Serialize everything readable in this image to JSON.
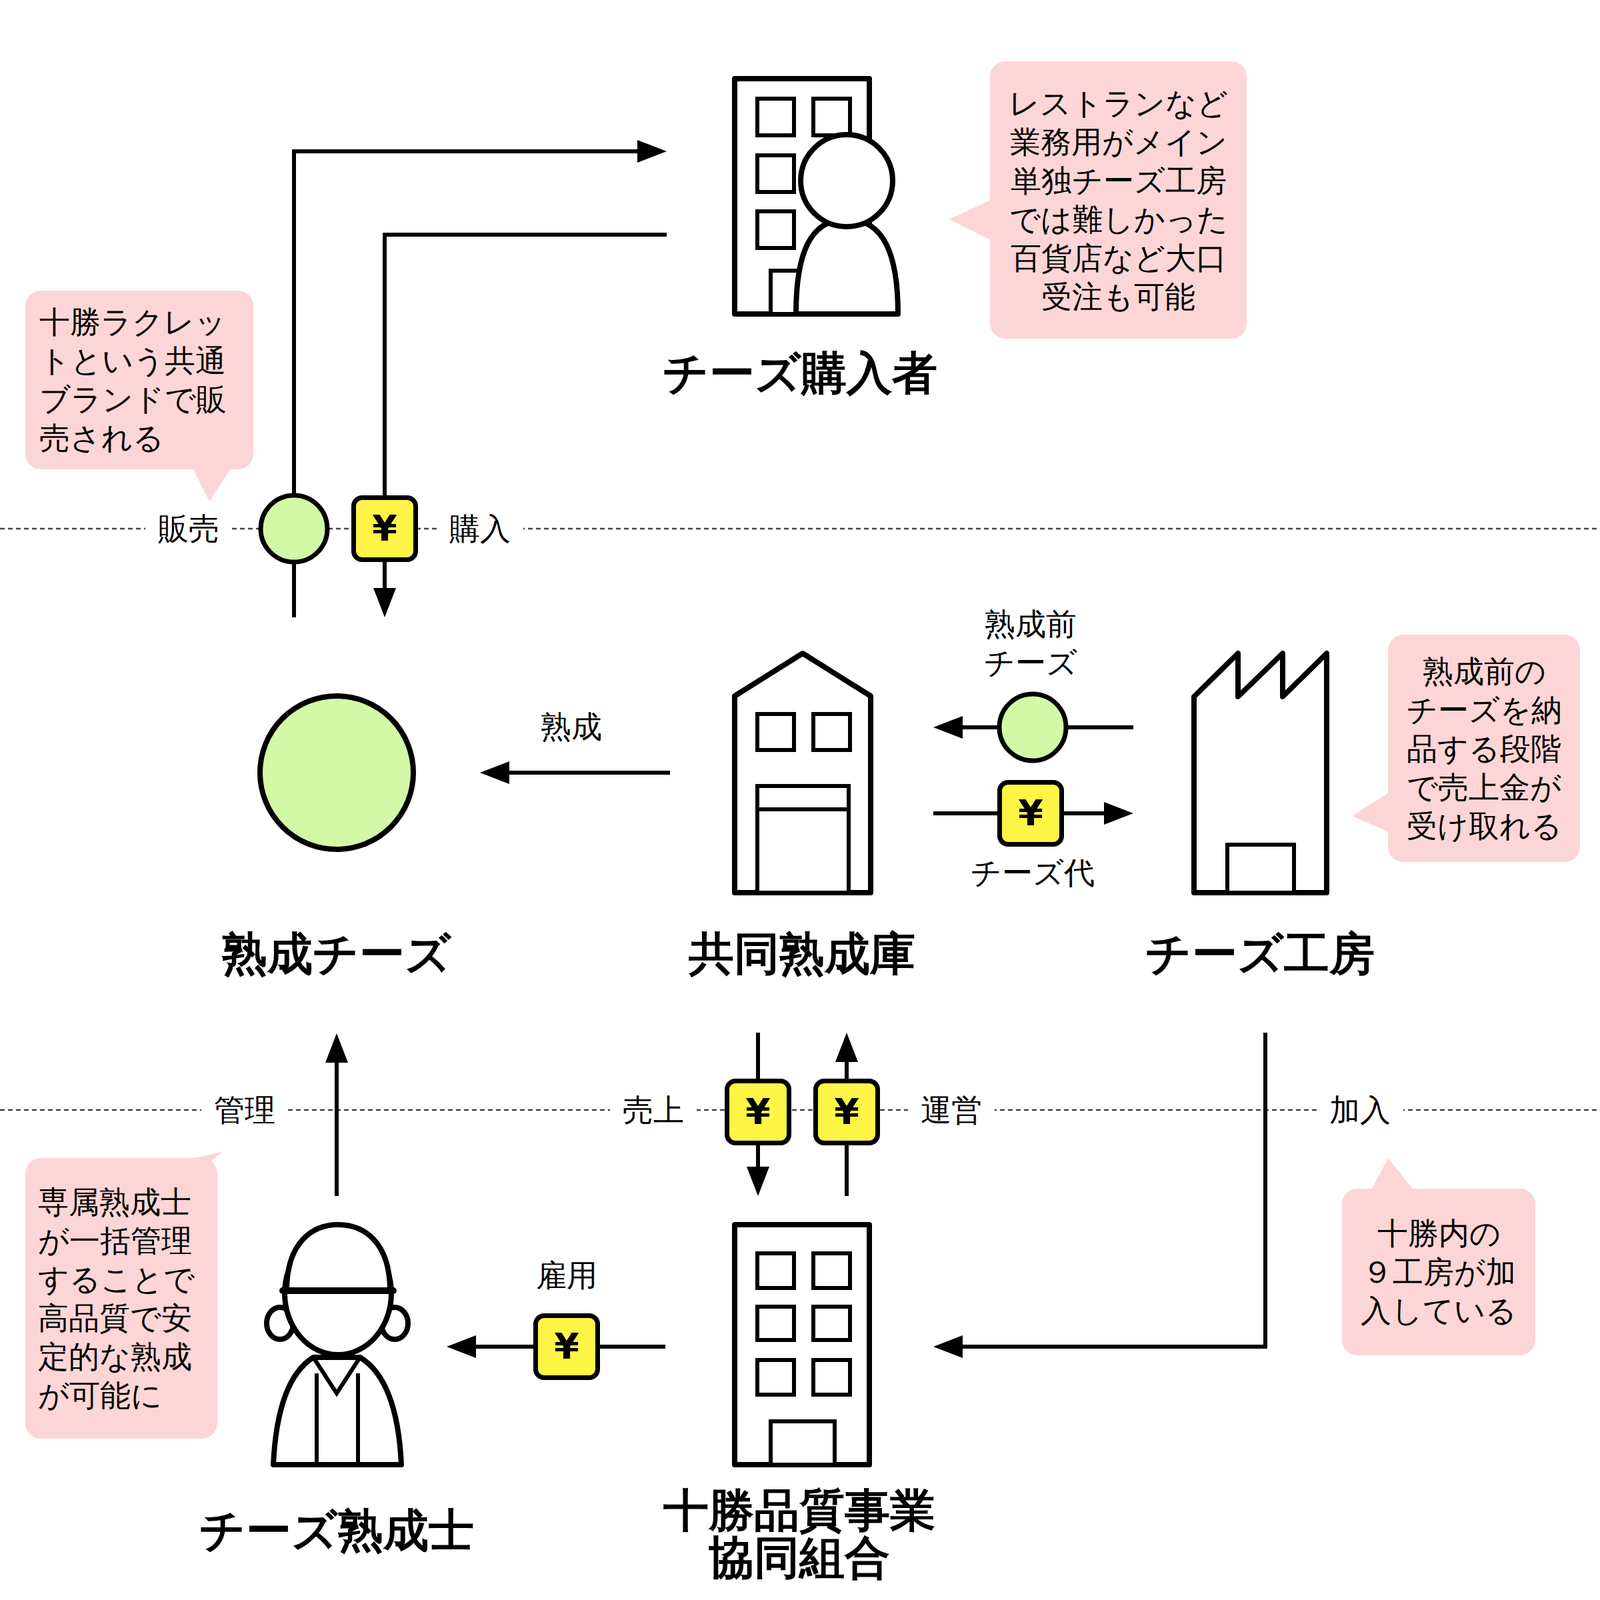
{
  "diagram": {
    "nodes": [
      {
        "text": [
          "チーズ購入者"
        ]
      },
      {
        "text": [
          "レストランなど 業務用がメイン 単独チーズ工房 では難しかった 百貨店など大口 受注も可能"
        ]
      },
      {
        "text": [
          "十勝ラクレッ トという共通 ブランドで販 売される"
        ]
      },
      {
        "text": [
          "熟成チーズ"
        ]
      },
      {
        "text": [
          "共同熟成庫"
        ]
      },
      {
        "text": [
          "チーズ工房"
        ]
      },
      {
        "text": [
          "熟成前の チーズを納 品する段階 で売上金が 受け取れる"
        ]
      },
      {
        "text": [
          "専属熟成士 が一括管理 することで 高品質で安 定的な熟成 が可能に"
        ]
      },
      {
        "text": [
          "チーズ熟成士"
        ]
      },
      {
        "text": [
          "十勝品質事業 協同組合"
        ]
      },
      {
        "text": [
          "十勝内の ９工房が加 入している"
        ]
      }
    ],
    "edges": [
      {
        "from": 3,
        "to": 0,
        "label": "販売",
        "arrow": "to"
      },
      {
        "from": 0,
        "to": 3,
        "label": "購入",
        "arrow": "to"
      },
      {
        "from": 4,
        "to": 3,
        "label": "熟成",
        "arrow": "to"
      },
      {
        "from": 5,
        "to": 4,
        "label": "熟成前 チーズ",
        "arrow": "to"
      },
      {
        "from": 4,
        "to": 5,
        "label": "チーズ代",
        "arrow": "to"
      },
      {
        "from": 8,
        "to": 3,
        "label": "管理",
        "arrow": "to"
      },
      {
        "from": 4,
        "to": 9,
        "label": "売上",
        "arrow": "to"
      },
      {
        "from": 9,
        "to": 4,
        "label": "運営",
        "arrow": "to"
      },
      {
        "from": 5,
        "to": 9,
        "label": "加入",
        "arrow": "to"
      },
      {
        "from": 9,
        "to": 8,
        "label": "雇用",
        "arrow": "to"
      }
    ],
    "labels": [
      "¥",
      "¥",
      "¥",
      "¥",
      "¥"
    ]
  }
}
